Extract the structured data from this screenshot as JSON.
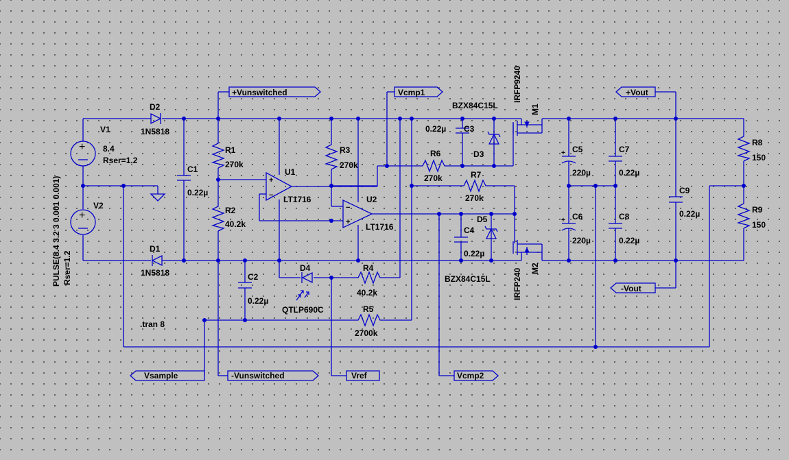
{
  "components": {
    "V1": {
      "ref": "V1",
      "value": "8.4",
      "extra": "Rser=1.2"
    },
    "V2": {
      "ref": "V2",
      "value": "PULSE(8.4 3.2 3 0.001 0.001)",
      "extra": "Rser=1.2"
    },
    "D1": {
      "ref": "D1",
      "value": "1N5818"
    },
    "D2": {
      "ref": "D2",
      "value": "1N5818"
    },
    "C1": {
      "ref": "C1",
      "value": "0.22µ"
    },
    "C2": {
      "ref": "C2",
      "value": "0.22µ"
    },
    "C3": {
      "ref": "C3",
      "value": "0.22µ"
    },
    "C4": {
      "ref": "C4",
      "value": "0.22µ"
    },
    "C5": {
      "ref": "C5",
      "value": "220µ"
    },
    "C6": {
      "ref": "C6",
      "value": "220µ"
    },
    "C7": {
      "ref": "C7",
      "value": "0.22µ"
    },
    "C8": {
      "ref": "C8",
      "value": "0.22µ"
    },
    "C9": {
      "ref": "C9",
      "value": "0.22µ"
    },
    "R1": {
      "ref": "R1",
      "value": "270k"
    },
    "R2": {
      "ref": "R2",
      "value": "40.2k"
    },
    "R3": {
      "ref": "R3",
      "value": "270k"
    },
    "R4": {
      "ref": "R4",
      "value": "40.2k"
    },
    "R5": {
      "ref": "R5",
      "value": "2700k"
    },
    "R6": {
      "ref": "R6",
      "value": "270k"
    },
    "R7": {
      "ref": "R7",
      "value": "270k"
    },
    "R8": {
      "ref": "R8",
      "value": "150"
    },
    "R9": {
      "ref": "R9",
      "value": "150"
    },
    "U1": {
      "ref": "U1",
      "value": "LT1716"
    },
    "U2": {
      "ref": "U2",
      "value": "LT1716"
    },
    "D3": {
      "ref": "D3",
      "value": "BZX84C15L"
    },
    "D4": {
      "ref": "D4",
      "value": "QTLP690C"
    },
    "D5": {
      "ref": "D5",
      "value": "BZX84C15L"
    },
    "M1": {
      "ref": "M1",
      "value": "IRFP9240"
    },
    "M2": {
      "ref": "M2",
      "value": "IRFP240"
    }
  },
  "netlabels": {
    "vunswitched_top": "+Vunswitched",
    "vcmp1": "Vcmp1",
    "vout_pos": "+Vout",
    "vout_neg": "-Vout",
    "vsample": "Vsample",
    "vunswitched_bottom": "-Vunswitched",
    "vref": "Vref",
    "vcmp2": "Vcmp2"
  },
  "directive": ".tran 8",
  "colors": {
    "wire": "#0000cc",
    "background": "#c0c0c0",
    "grid_dot": "#555555",
    "text": "#000000"
  }
}
